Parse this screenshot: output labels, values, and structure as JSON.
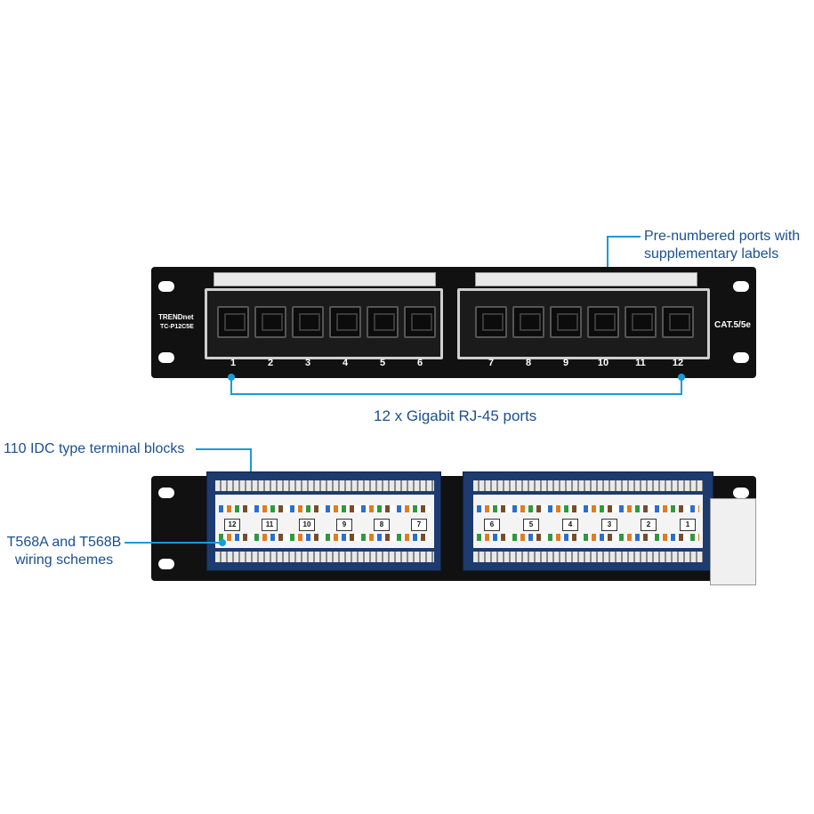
{
  "callouts": {
    "labels": "Pre-numbered ports with supplementary labels",
    "labels_line1": "Pre-numbered ports with",
    "labels_line2": "supplementary labels",
    "ports": "12 x Gigabit RJ-45 ports",
    "idc": "110 IDC type terminal blocks",
    "wiring_line1": "T568A and T568B",
    "wiring_line2": "wiring schemes"
  },
  "front_panel": {
    "brand": "TRENDnet",
    "model": "TC-P12C5E",
    "category": "CAT.5/5e",
    "ports": [
      "1",
      "2",
      "3",
      "4",
      "5",
      "6",
      "7",
      "8",
      "9",
      "10",
      "11",
      "12"
    ]
  },
  "rear_panel": {
    "index_left": [
      "12",
      "11",
      "10",
      "9",
      "8",
      "7"
    ],
    "index_right": [
      "6",
      "5",
      "4",
      "3",
      "2",
      "1"
    ]
  },
  "colors": {
    "callout_text": "#1b4f8f",
    "callout_line": "#1a9ad6",
    "panel": "#111111",
    "idc_blue": "#1d3b6e"
  }
}
